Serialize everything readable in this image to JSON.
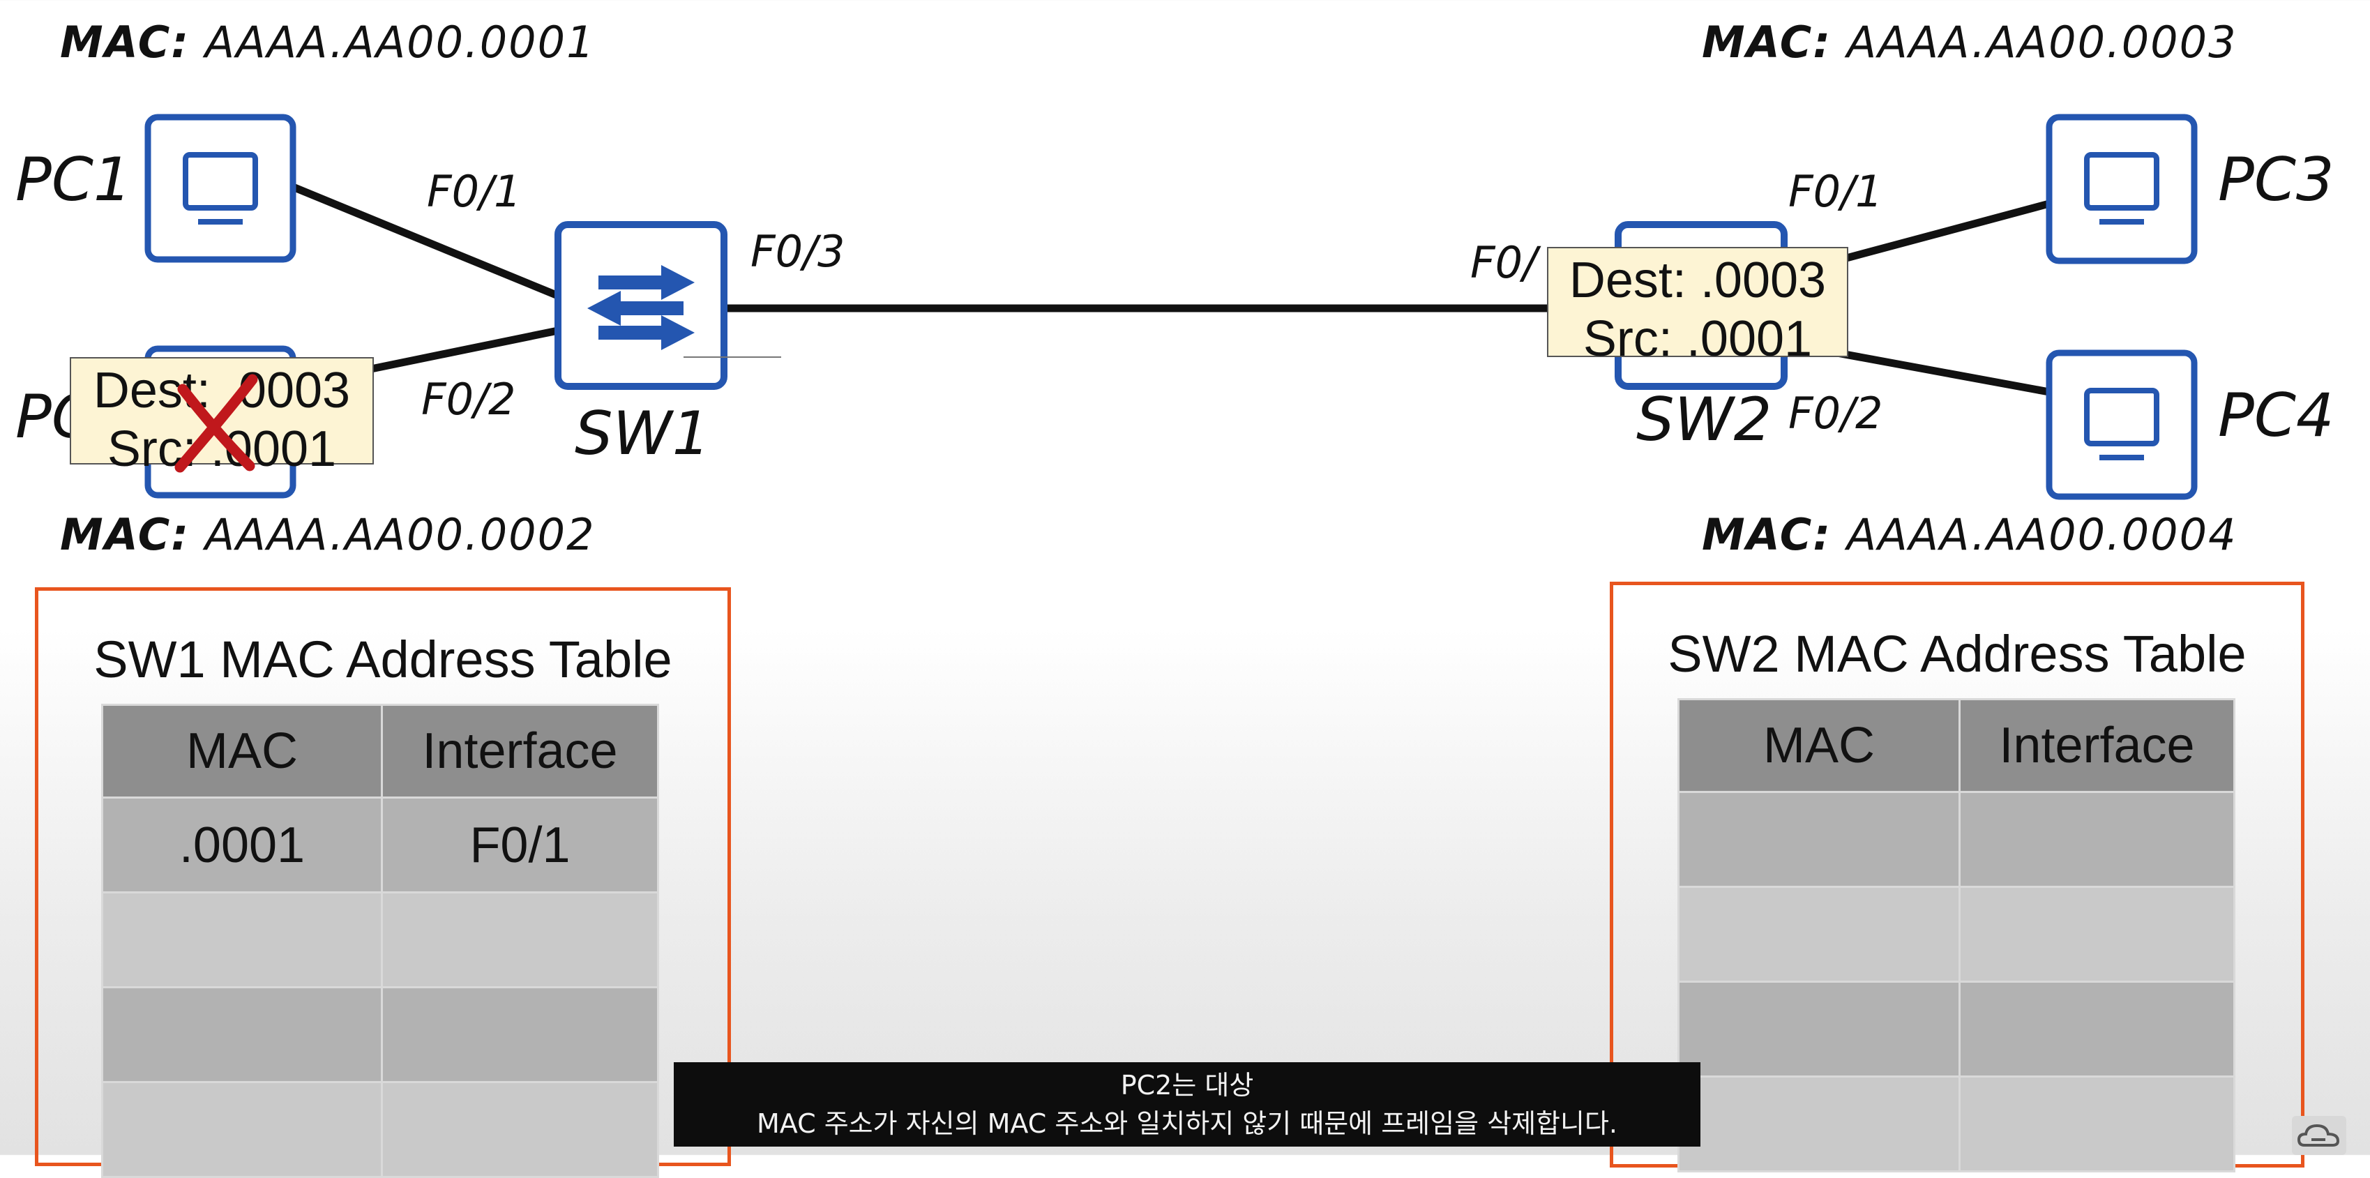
{
  "hosts": {
    "pc1": {
      "name": "PC1",
      "mac": "AAAA.AA00.0001"
    },
    "pc2": {
      "name": "PC2",
      "mac": "AAAA.AA00.0002"
    },
    "pc3": {
      "name": "PC3",
      "mac": "AAAA.AA00.0003"
    },
    "pc4": {
      "name": "PC4",
      "mac": "AAAA.AA00.0004"
    }
  },
  "mac_prefix": "MAC:",
  "switches": {
    "sw1": {
      "name": "SW1",
      "ports": {
        "f01": "F0/1",
        "f02": "F0/2",
        "f03": "F0/3"
      }
    },
    "sw2": {
      "name": "SW2",
      "ports": {
        "f01": "F0/1",
        "f02": "F0/2",
        "f03_partial": "F0/"
      }
    }
  },
  "frames": {
    "at_pc2": {
      "dest": "Dest: .0003",
      "src": "Src: .0001",
      "dropped": true
    },
    "at_sw2": {
      "dest": "Dest: .0003",
      "src": "Src: .0001"
    }
  },
  "sw1_table": {
    "title": "SW1 MAC Address Table",
    "headers": [
      "MAC",
      "Interface"
    ],
    "rows": [
      [
        ".0001",
        "F0/1"
      ],
      [
        "",
        ""
      ],
      [
        "",
        ""
      ],
      [
        "",
        ""
      ]
    ]
  },
  "sw2_table": {
    "title": "SW2 MAC Address Table",
    "headers": [
      "MAC",
      "Interface"
    ],
    "rows": [
      [
        "",
        ""
      ],
      [
        "",
        ""
      ],
      [
        "",
        ""
      ],
      [
        "",
        ""
      ]
    ]
  },
  "subtitle": {
    "line1": "PC2는 대상",
    "line2": "MAC 주소가 자신의 MAC 주소와 일치하지 않기 때문에 프레임을 삭제합니다."
  },
  "colors": {
    "device_blue": "#2456b0",
    "panel_border": "#e8551e",
    "drop_mark": "#c0181c",
    "frame_bg": "#fdf4d4"
  }
}
